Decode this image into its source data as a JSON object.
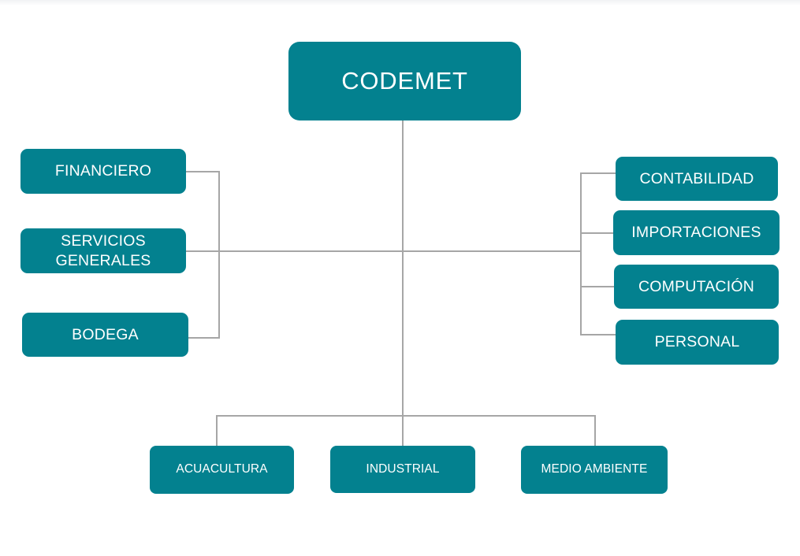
{
  "chart": {
    "type": "org-chart",
    "title": "Organigrama CODEMET",
    "colors": {
      "node_fill": "#03818f",
      "node_text": "#ffffff",
      "connector": "#a6a6a6",
      "background": "#ffffff"
    },
    "root": {
      "id": "codemet",
      "label": "CODEMET"
    },
    "left_branch": [
      {
        "id": "financiero",
        "label": "FINANCIERO"
      },
      {
        "id": "servicios-generales",
        "label": "SERVICIOS\nGENERALES"
      },
      {
        "id": "bodega",
        "label": "BODEGA"
      }
    ],
    "right_branch": [
      {
        "id": "contabilidad",
        "label": "CONTABILIDAD"
      },
      {
        "id": "importaciones",
        "label": "IMPORTACIONES"
      },
      {
        "id": "computacion",
        "label": "COMPUTACIÓN"
      },
      {
        "id": "personal",
        "label": "PERSONAL"
      }
    ],
    "bottom_branch": [
      {
        "id": "acuacultura",
        "label": "ACUACULTURA"
      },
      {
        "id": "industrial",
        "label": "INDUSTRIAL"
      },
      {
        "id": "medio-ambiente",
        "label": "MEDIO AMBIENTE"
      }
    ]
  }
}
